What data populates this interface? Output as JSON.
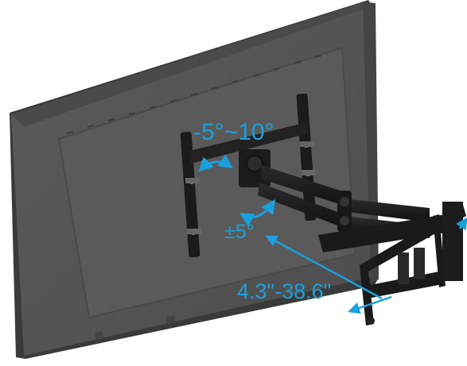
{
  "product": {
    "image_subject": "full-motion-tv-wall-mount-on-tv-back"
  },
  "callouts": {
    "tilt_range": "-5°~10°",
    "swivel_range": "±5°",
    "extension_range": "4.3\"-38.6\""
  },
  "colors": {
    "callout_blue": "#1aa0dd",
    "tv_panel": "#555555",
    "tv_edge": "#3f3f3f",
    "mount_black": "#1a1a1a",
    "background": "#ffffff"
  }
}
